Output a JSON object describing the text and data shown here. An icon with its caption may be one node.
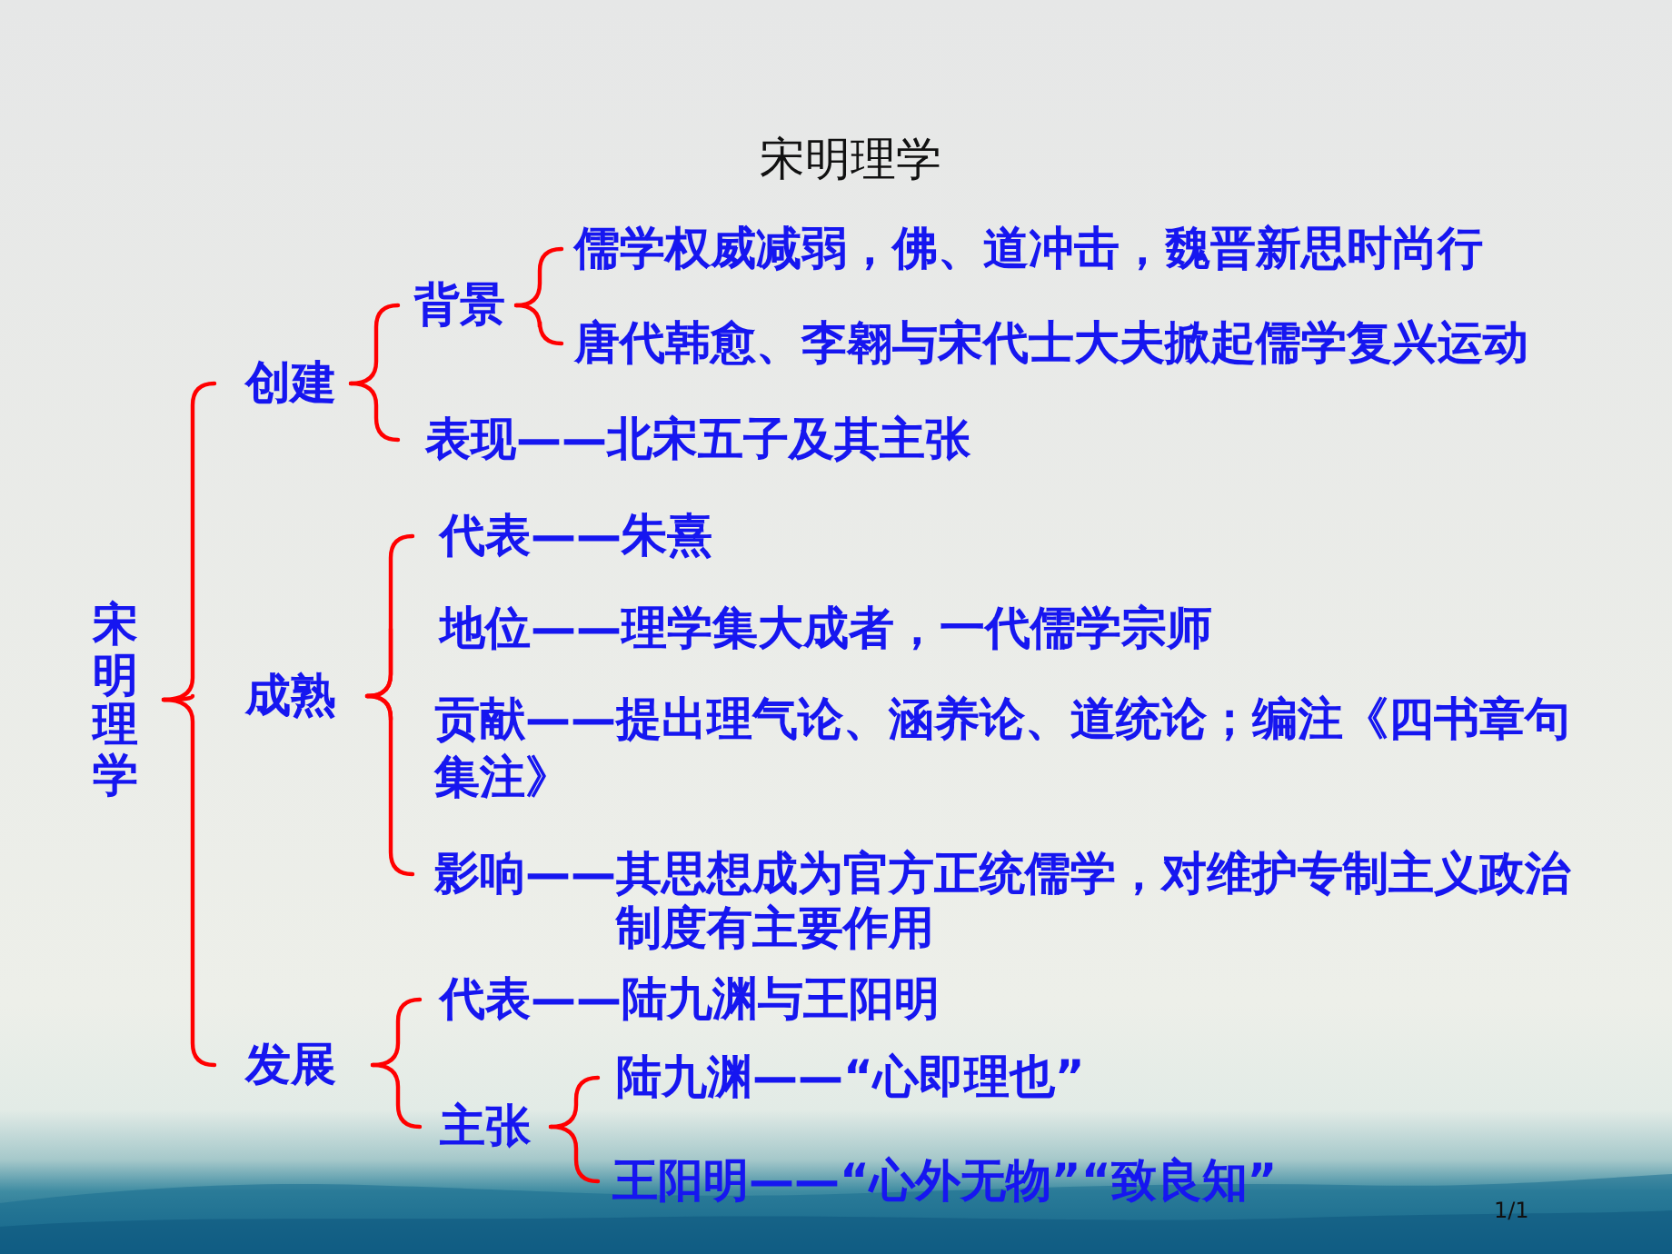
{
  "diagram": {
    "title": "宋明理学",
    "nodes": [
      {
        "text": [
          "宋明理学"
        ]
      },
      {
        "text": [
          "创建"
        ]
      },
      {
        "text": [
          "背景"
        ]
      },
      {
        "text": [
          "儒学权威减弱，佛、道冲击，魏晋新思时尚行"
        ]
      },
      {
        "text": [
          "唐代韩愈、李翱与宋代士大夫掀起儒学复兴运动"
        ]
      },
      {
        "text": [
          "表现——北宋五子及其主张"
        ]
      },
      {
        "text": [
          "成熟"
        ]
      },
      {
        "text": [
          "代表——朱熹"
        ]
      },
      {
        "text": [
          "地位——理学集大成者，一代儒学宗师"
        ]
      },
      {
        "text": [
          "贡献——提出理气论、涵养论、道统论；编注《四书章句集注》"
        ]
      },
      {
        "text": [
          "影响——其思想成为官方正统儒学，对维护专制主义政治制度有主要作用"
        ]
      },
      {
        "text": [
          "发展"
        ]
      },
      {
        "text": [
          "代表——陆九渊与王阳明"
        ]
      },
      {
        "text": [
          "主张"
        ]
      },
      {
        "text": [
          "陆九渊——“心即理也”"
        ]
      },
      {
        "text": [
          "王阳明——“心外无物”“致良知”"
        ]
      }
    ],
    "edges": [
      {
        "from": 0,
        "to": 1,
        "arrow": "none"
      },
      {
        "from": 0,
        "to": 6,
        "arrow": "none"
      },
      {
        "from": 0,
        "to": 11,
        "arrow": "none"
      },
      {
        "from": 1,
        "to": 2,
        "arrow": "none"
      },
      {
        "from": 1,
        "to": 5,
        "arrow": "none"
      },
      {
        "from": 2,
        "to": 3,
        "arrow": "none"
      },
      {
        "from": 2,
        "to": 4,
        "arrow": "none"
      },
      {
        "from": 6,
        "to": 7,
        "arrow": "none"
      },
      {
        "from": 6,
        "to": 8,
        "arrow": "none"
      },
      {
        "from": 6,
        "to": 9,
        "arrow": "none"
      },
      {
        "from": 6,
        "to": 10,
        "arrow": "none"
      },
      {
        "from": 11,
        "to": 12,
        "arrow": "none"
      },
      {
        "from": 11,
        "to": 13,
        "arrow": "none"
      },
      {
        "from": 13,
        "to": 14,
        "arrow": "none"
      },
      {
        "from": 13,
        "to": 15,
        "arrow": "none"
      }
    ],
    "labels": [
      "1/1"
    ]
  }
}
